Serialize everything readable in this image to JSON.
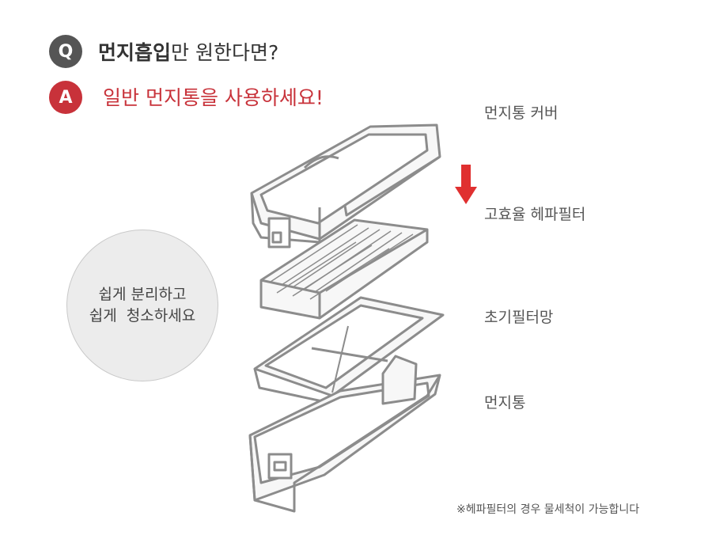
{
  "question": {
    "badge": "Q",
    "bold": "먼지흡입",
    "rest": "만 원한다면?"
  },
  "answer": {
    "badge": "A",
    "text": "일반 먼지통을 사용하세요!"
  },
  "labels": {
    "cover": "먼지통 커버",
    "hepa": "고효율 헤파필터",
    "prefilter": "초기필터망",
    "bin": "먼지통"
  },
  "circle": {
    "line1": "쉽게 분리하고",
    "line2": "쉽게  청소하세요"
  },
  "note": "※헤파필터의 경우 물세척이 가능합니다",
  "colors": {
    "accent": "#c8323a",
    "question_badge": "#555555",
    "outline": "#8a8a8a"
  }
}
